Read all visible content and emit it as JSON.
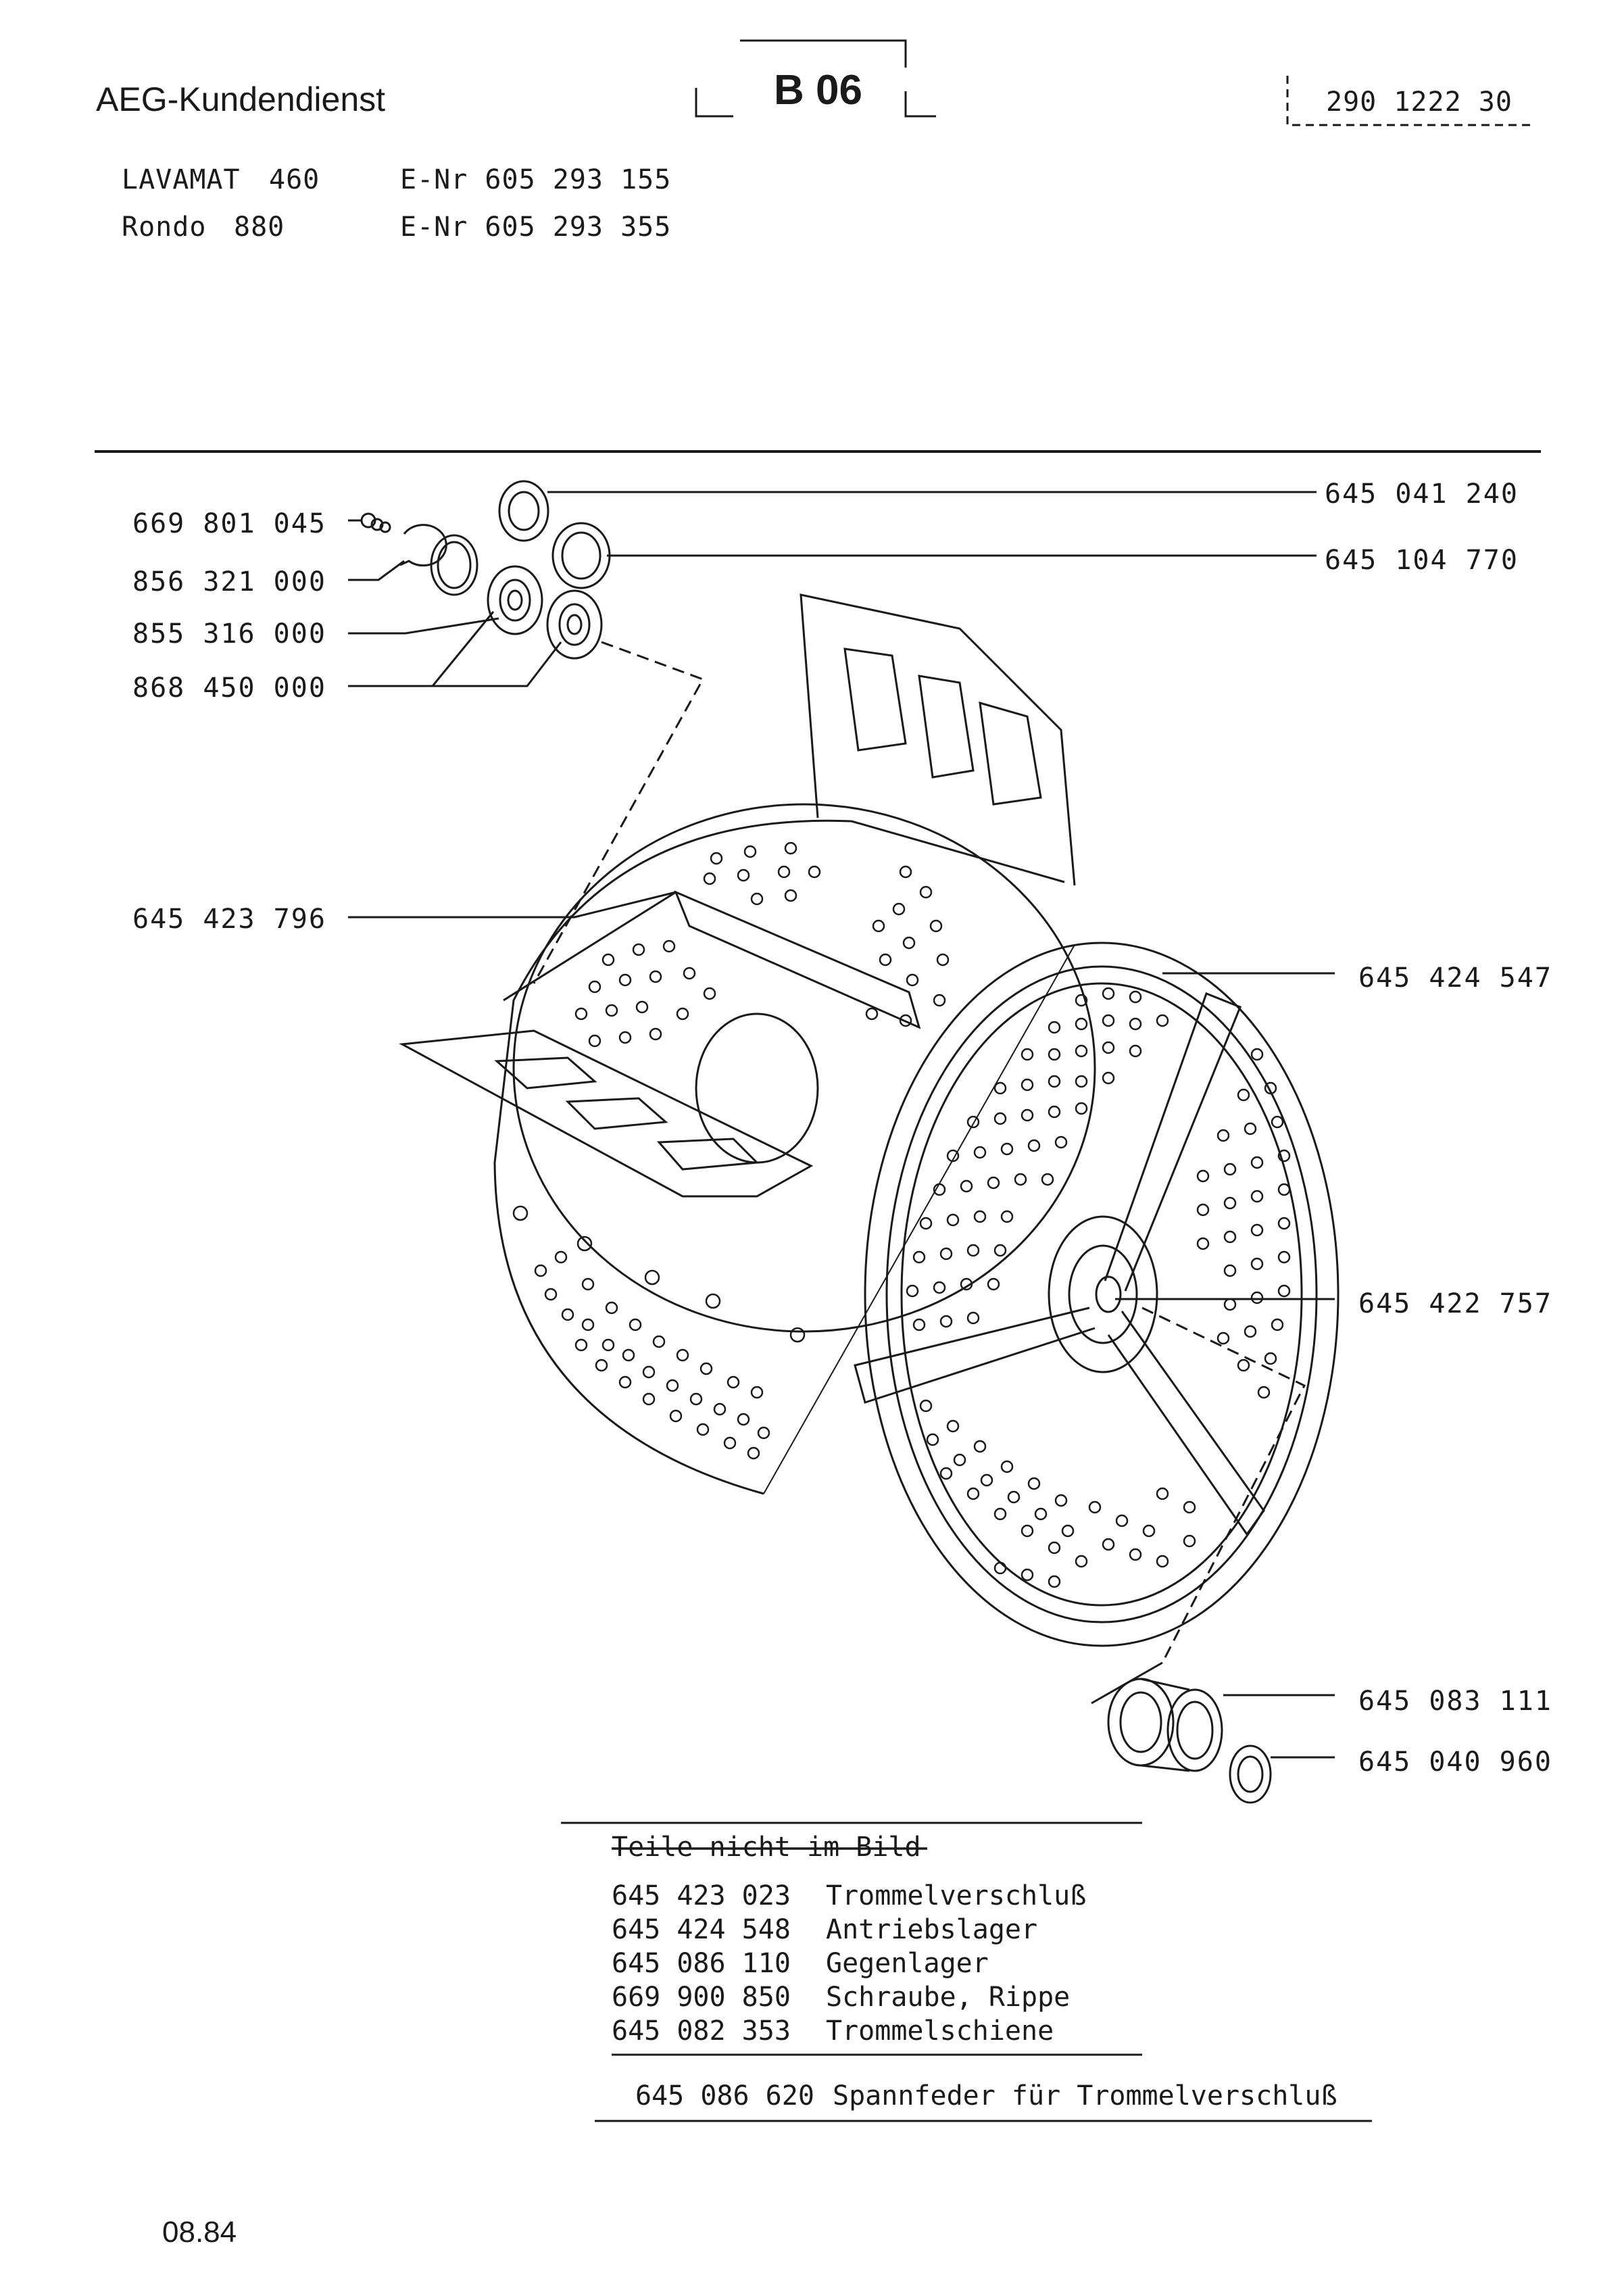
{
  "header": {
    "brand": "AEG-Kundendienst",
    "sheet_code": "B 06",
    "doc_number": "290 1222 30"
  },
  "models": [
    {
      "name": "LAVAMAT",
      "number": "460",
      "enr": "E-Nr 605 293 155"
    },
    {
      "name": "Rondo",
      "number": "880",
      "enr": "E-Nr 605 293 355"
    }
  ],
  "part_labels": {
    "p1": "669 801 045",
    "p2": "856 321 000",
    "p3": "855 316 000",
    "p4": "868 450 000",
    "p5": "645 423 796",
    "p6": "645 041 240",
    "p7": "645 104 770",
    "p8": "645 424 547",
    "p9": "645 422 757",
    "p10": "645 083 111",
    "p11": "645 040 960"
  },
  "parts_not_shown": {
    "heading": "Teile nicht im Bild",
    "rows": [
      {
        "number": "645 423 023",
        "name": "Trommelverschluß"
      },
      {
        "number": "645 424 548",
        "name": "Antriebslager"
      },
      {
        "number": "645 086 110",
        "name": "Gegenlager"
      },
      {
        "number": "669 900 850",
        "name": "Schraube, Rippe"
      },
      {
        "number": "645 082 353",
        "name": "Trommelschiene"
      }
    ],
    "extra": {
      "number": "645 086 620",
      "name": "Spannfeder für Trommelverschluß"
    }
  },
  "footer": {
    "date": "08.84"
  }
}
